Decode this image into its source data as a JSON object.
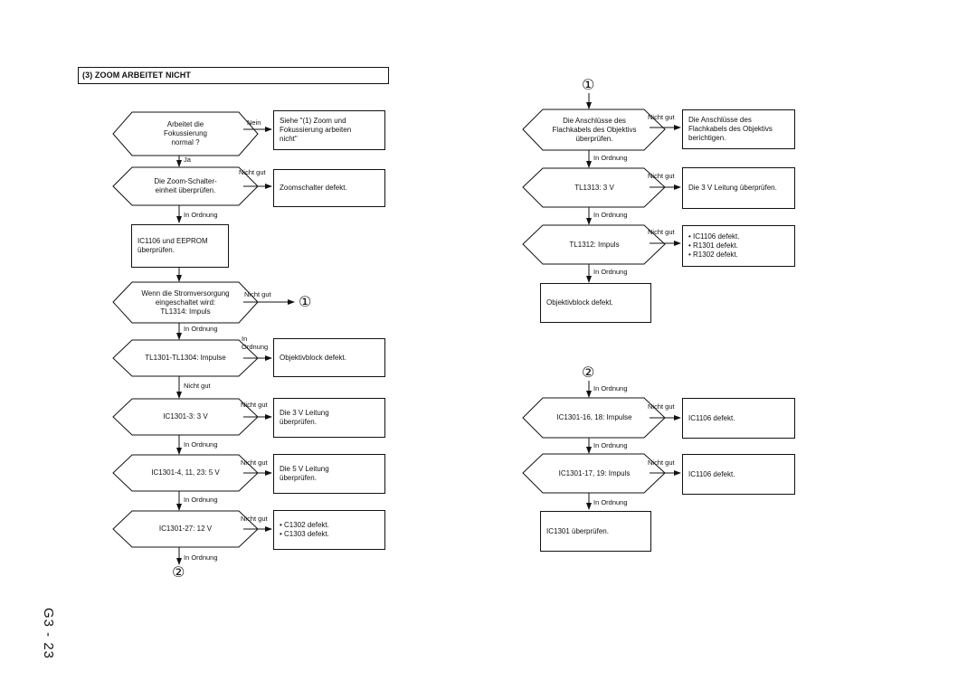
{
  "header": {
    "title": "(3) ZOOM ARBEITET NICHT"
  },
  "page_number": "G3 - 23",
  "connectors": {
    "c1": "①",
    "c2": "②"
  },
  "left": {
    "d1": "Arbeitet die\nFokussierung\nnormal ?",
    "d1_right": "Nein",
    "b1": "Siehe \"(1) Zoom und\nFokussierung arbeiten\nnicht\"",
    "d1_down": "Ja",
    "d2": "Die Zoom-Schalter-\neinheit überprüfen.",
    "d2_right": "Nicht gut",
    "b2": "Zoomschalter defekt.",
    "d2_down": "In Ordnung",
    "p1": "IC1106 und EEPROM\nüberprüfen.",
    "d3": "Wenn die Stromversorgung\neingeschaltet wird:\nTL1314: Impuls",
    "d3_right": "Nicht gut",
    "d3_down": "In Ordnung",
    "d4": "TL1301-TL1304: Impulse",
    "d4_right": "In\nOrdnung",
    "b4": "Objektivblock defekt.",
    "d4_down": "Nicht gut",
    "d5": "IC1301-3: 3 V",
    "d5_right": "Nicht gut",
    "b5": "Die 3 V Leitung\nüberprüfen.",
    "d5_down": "In Ordnung",
    "d6": "IC1301-4, 11, 23: 5 V",
    "d6_right": "Nicht gut",
    "b6": "Die 5 V Leitung\nüberprüfen.",
    "d6_down": "In Ordnung",
    "d7": "IC1301-27: 12 V",
    "d7_right": "Nicht gut",
    "b7": "• C1302 defekt.\n• C1303 defekt.",
    "d7_down": "In Ordnung"
  },
  "right_top": {
    "d1": "Die Anschlüsse des\nFlachkabels des Objektivs\nüberprüfen.",
    "d1_right": "Nicht gut",
    "b1": "Die Anschlüsse des\nFlachkabels des Objektivs\nberichtigen.",
    "d1_down": "In Ordnung",
    "d2": "TL1313: 3 V",
    "d2_right": "Nicht gut",
    "b2": "Die 3 V Leitung überprüfen.",
    "d2_down": "In Ordnung",
    "d3": "TL1312: Impuls",
    "d3_right": "Nicht gut",
    "b3": "• IC1106 defekt.\n• R1301 defekt.\n• R1302 defekt.",
    "d3_down": "In Ordnung",
    "p1": "Objektivblock defekt."
  },
  "right_bottom": {
    "top_down": "In Ordnung",
    "d1": "IC1301-16, 18: Impulse",
    "d1_right": "Nicht gut",
    "b1": "IC1106 defekt.",
    "d1_down": "In Ordnung",
    "d2": "IC1301-17, 19: Impuls",
    "d2_right": "Nicht gut",
    "b2": "IC1106 defekt.",
    "d2_down": "In Ordnung",
    "p1": "IC1301 überprüfen."
  }
}
